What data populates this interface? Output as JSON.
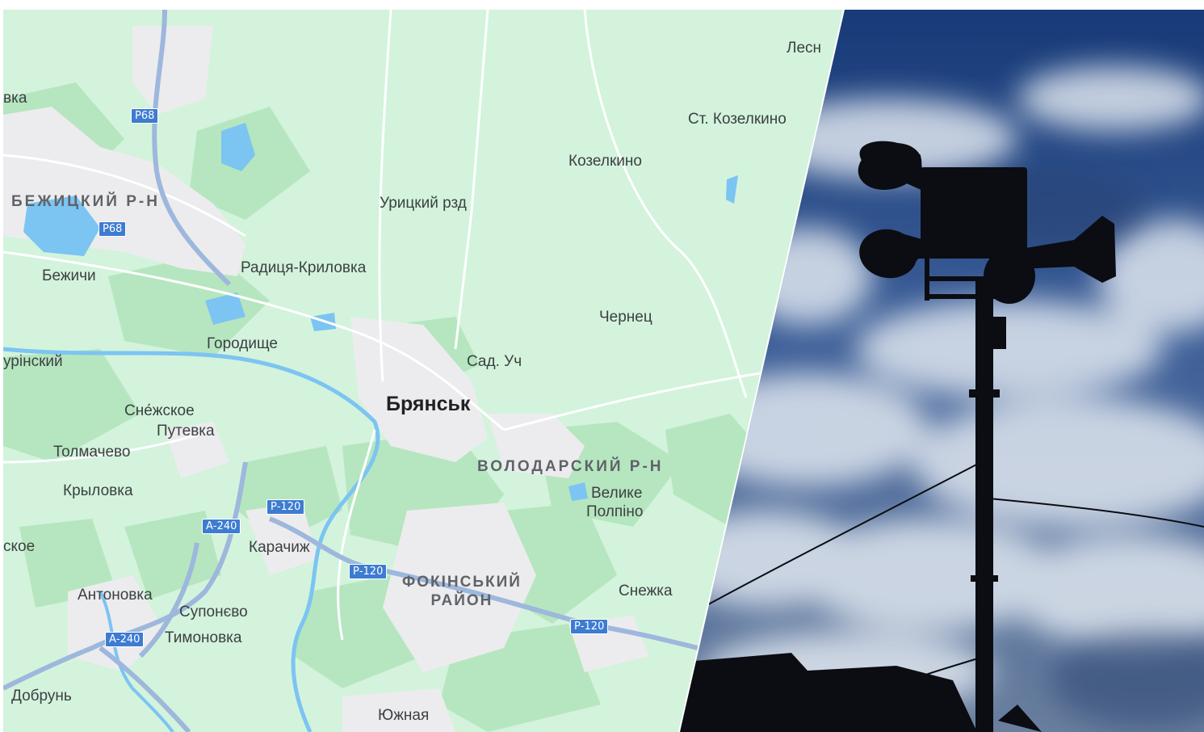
{
  "map": {
    "city": "Брянськ",
    "districts": [
      {
        "id": "bezhytskyi",
        "lines": [
          "БЕЖИЦКИЙ Р-Н"
        ]
      },
      {
        "id": "volodarskyi",
        "lines": [
          "ВОЛОДАРСКИЙ Р-Н"
        ]
      },
      {
        "id": "fokinskyi",
        "lines": [
          "ФОКІНСЬКИЙ",
          "РАЙОН"
        ]
      }
    ],
    "places": [
      "вка",
      "Лесн",
      "Ст. Козелкино",
      "Козелкино",
      "Урицкий рзд",
      "Бежичи",
      "Радиця-Криловка",
      "Чернец",
      "Городище",
      "урінский",
      "Сад. Уч",
      "Сне́жское",
      "Путевка",
      "Толмачево",
      "Крыловка",
      "Велике",
      "Полпіно",
      "ское",
      "Карачиж",
      "Антоновка",
      "Снежка",
      "Супонєво",
      "Тимоновка",
      "Добрунь",
      "Южная"
    ],
    "road_shields": [
      "Р68",
      "Р68",
      "Р-120",
      "А-240",
      "Р-120",
      "Р-120",
      "А-240"
    ],
    "colors": {
      "land": "#d3f3dc",
      "forest": "#b6e6bf",
      "urban": "#ececee",
      "water": "#7cc4f2",
      "road": "#ffffff",
      "highway": "#9eb7dc",
      "shield": "#3d7cd1"
    }
  },
  "photo": {
    "subject": "siren-loudspeakers-on-pole",
    "colors": {
      "sky_top": "#173a78",
      "sky_mid": "#4d6fa6",
      "cloud": "#dfe6ef",
      "silhouette": "#0b0d12"
    }
  }
}
